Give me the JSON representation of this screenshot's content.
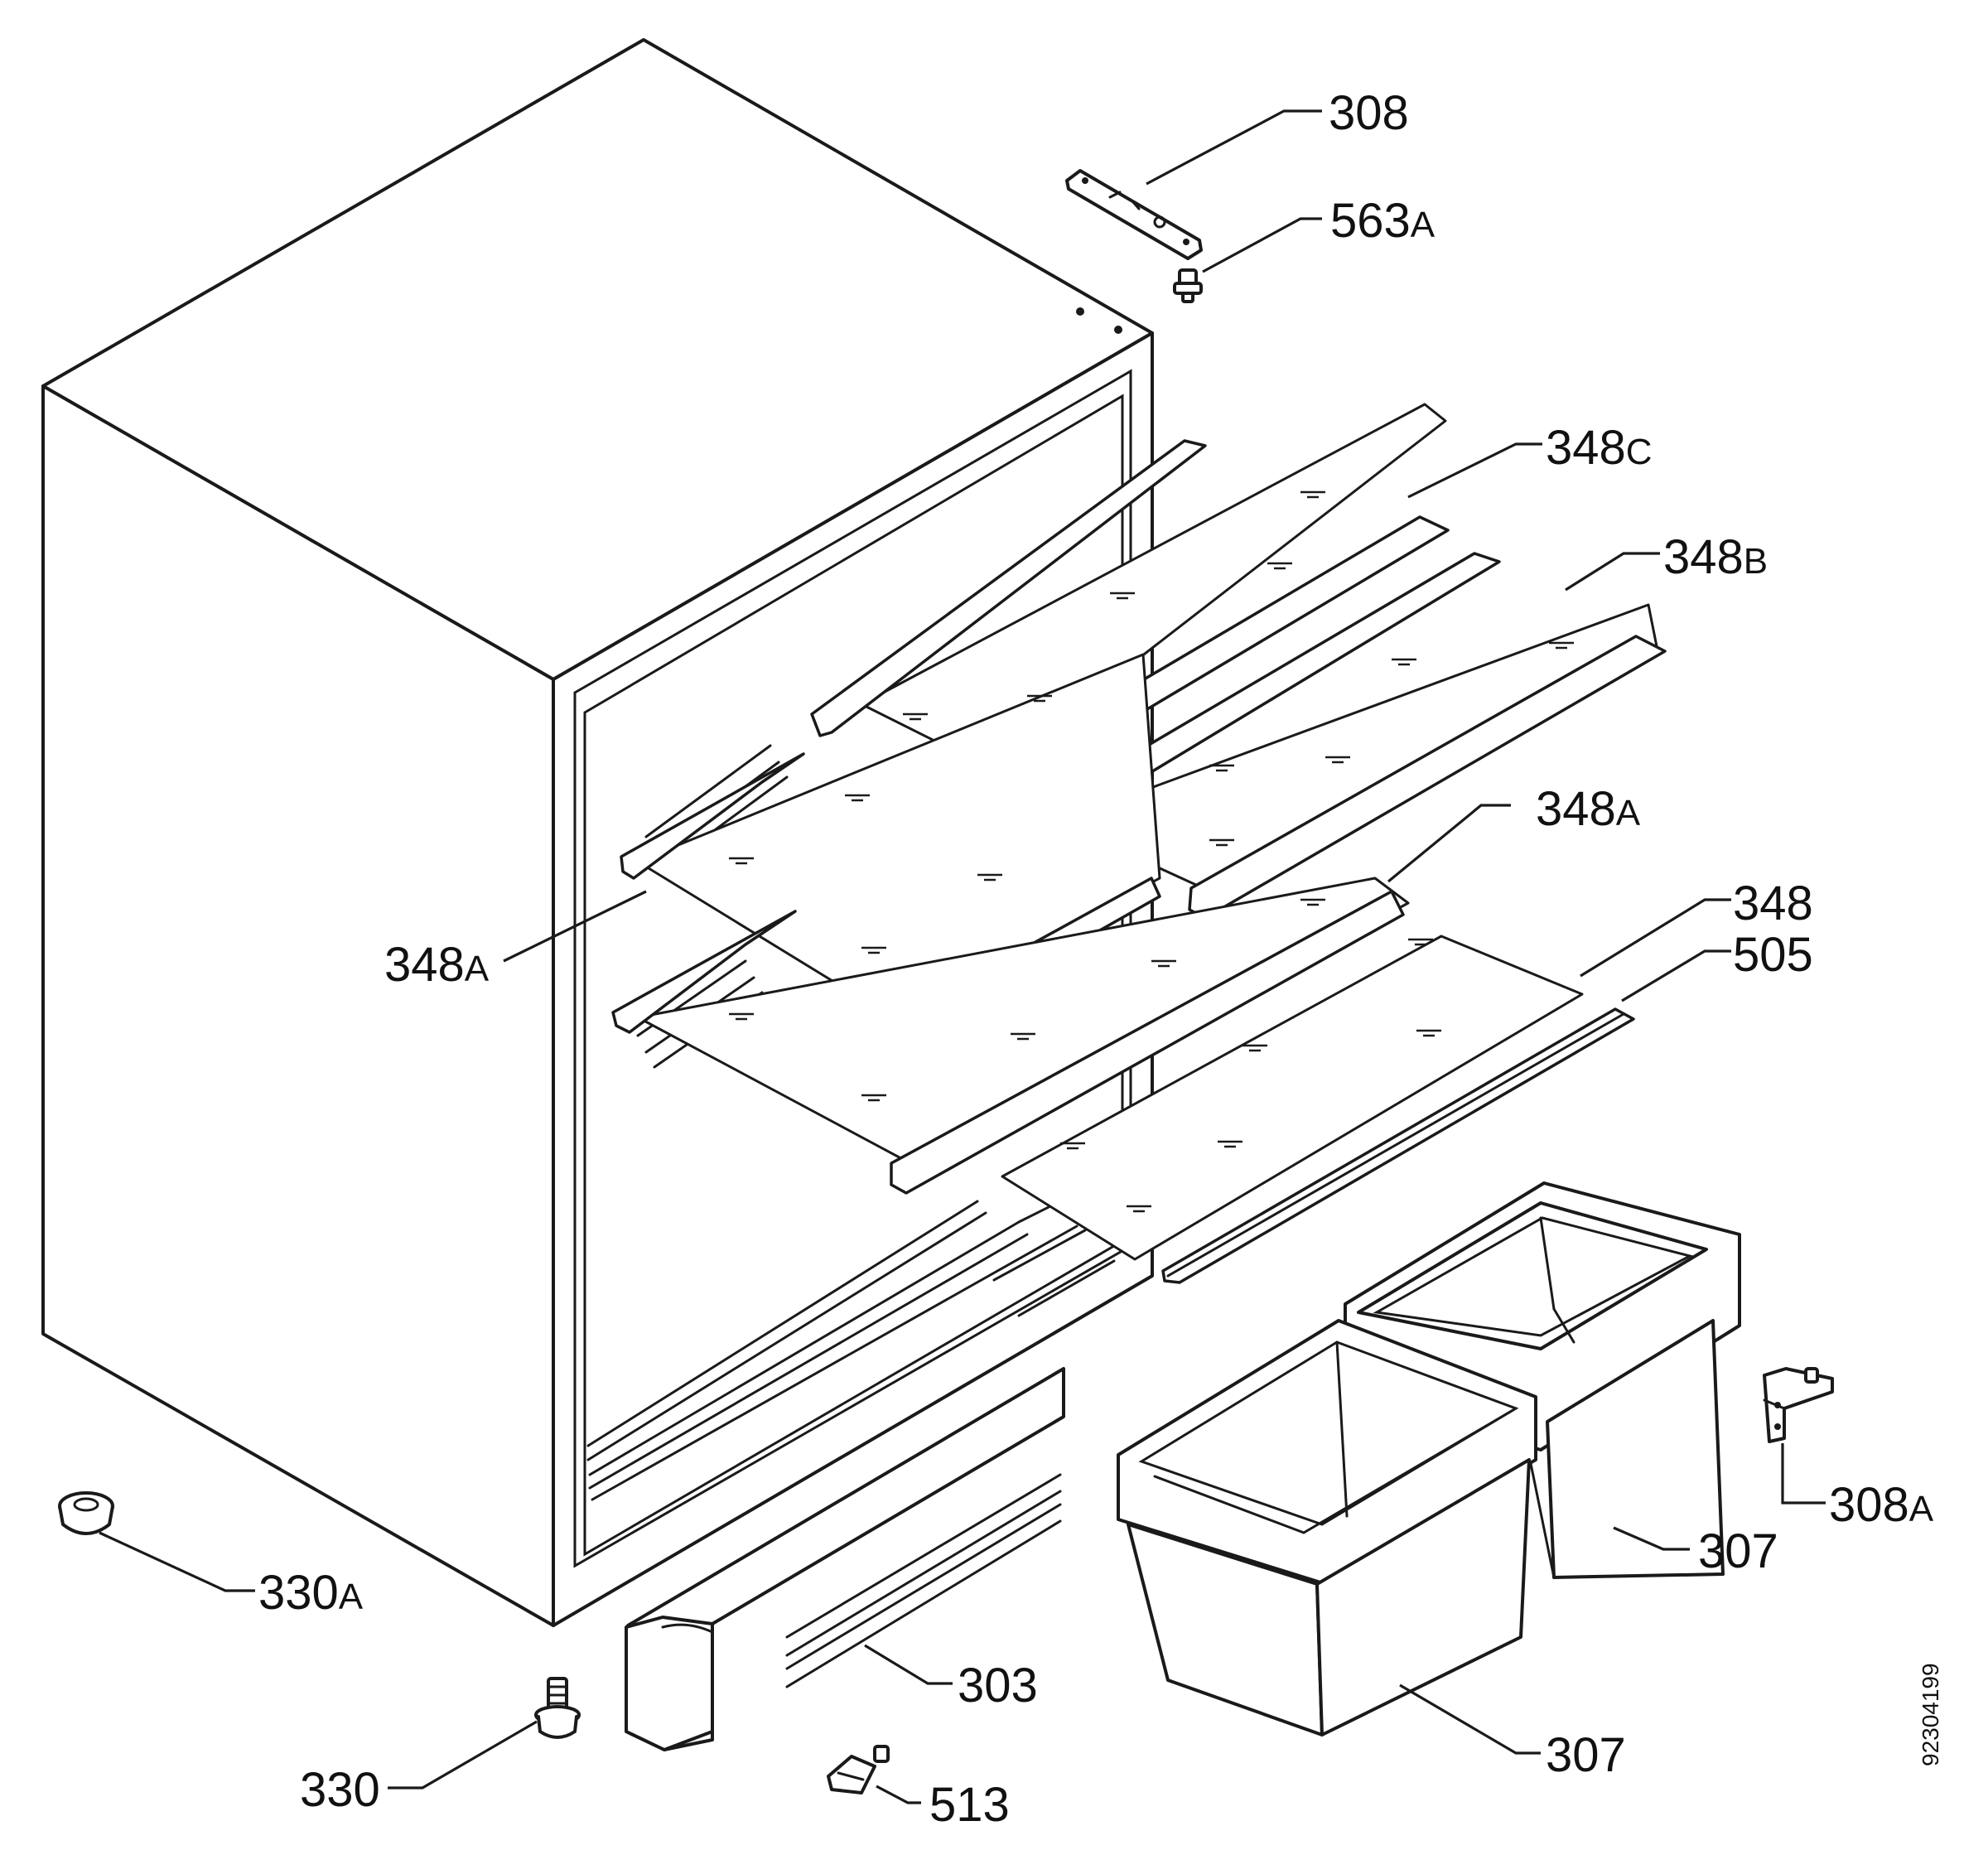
{
  "diagram": {
    "document_number": "92304199",
    "parts": [
      {
        "id": "308",
        "number": "308",
        "suffix": ""
      },
      {
        "id": "563a",
        "number": "563",
        "suffix": "A"
      },
      {
        "id": "348c",
        "number": "348",
        "suffix": "C"
      },
      {
        "id": "348b",
        "number": "348",
        "suffix": "B"
      },
      {
        "id": "348a-right",
        "number": "348",
        "suffix": "A"
      },
      {
        "id": "348a-left",
        "number": "348",
        "suffix": "A"
      },
      {
        "id": "348",
        "number": "348",
        "suffix": ""
      },
      {
        "id": "505",
        "number": "505",
        "suffix": ""
      },
      {
        "id": "308a",
        "number": "308",
        "suffix": "A"
      },
      {
        "id": "307-upper",
        "number": "307",
        "suffix": ""
      },
      {
        "id": "307-lower",
        "number": "307",
        "suffix": ""
      },
      {
        "id": "330a",
        "number": "330",
        "suffix": "A"
      },
      {
        "id": "303",
        "number": "303",
        "suffix": ""
      },
      {
        "id": "330",
        "number": "330",
        "suffix": ""
      },
      {
        "id": "513",
        "number": "513",
        "suffix": ""
      }
    ]
  }
}
